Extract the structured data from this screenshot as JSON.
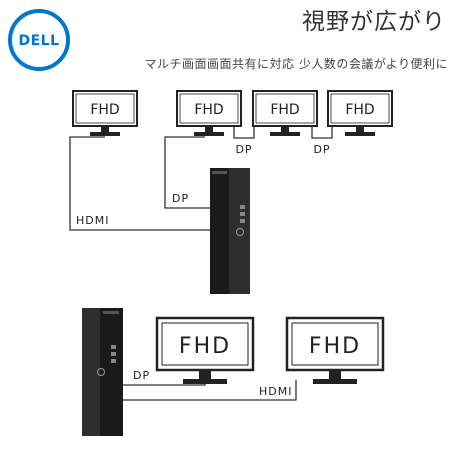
{
  "brand": {
    "logo_text": "DELL",
    "logo_color": "#0076ce"
  },
  "header": {
    "title": "視野が広がり",
    "subtitle": "マルチ画面画面共有に対応 少人数の会議がより便利に"
  },
  "diagram_top": {
    "monitors": [
      "FHD",
      "FHD",
      "FHD",
      "FHD"
    ],
    "connectors": [
      "HDMI",
      "DP",
      "DP",
      "DP"
    ]
  },
  "diagram_bottom": {
    "monitors": [
      "FHD",
      "FHD"
    ],
    "connectors": [
      "DP",
      "HDMI"
    ]
  },
  "colors": {
    "line": "#333333",
    "tower": "#1a1a1a",
    "text": "#222222"
  }
}
